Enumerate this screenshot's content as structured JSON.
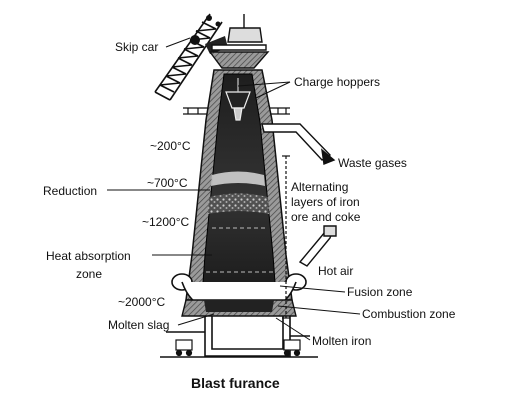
{
  "diagram": {
    "caption": "Blast furance",
    "labels": {
      "skip_car": "Skip car",
      "charge_hoppers": "Charge hoppers",
      "waste_gases": "Waste gases",
      "temp_200": "~200°C",
      "temp_700": "~700°C",
      "temp_1200": "~1200°C",
      "temp_2000": "~2000°C",
      "reduction": "Reduction",
      "alternating": "Alternating\nlayers of iron\nore and coke",
      "heat_absorption": "Heat absorption",
      "zone": "zone",
      "hot_air": "Hot air",
      "fusion_zone": "Fusion zone",
      "combustion_zone": "Combustion zone",
      "molten_slag": "Molten slag",
      "molten_iron": "Molten iron"
    }
  }
}
